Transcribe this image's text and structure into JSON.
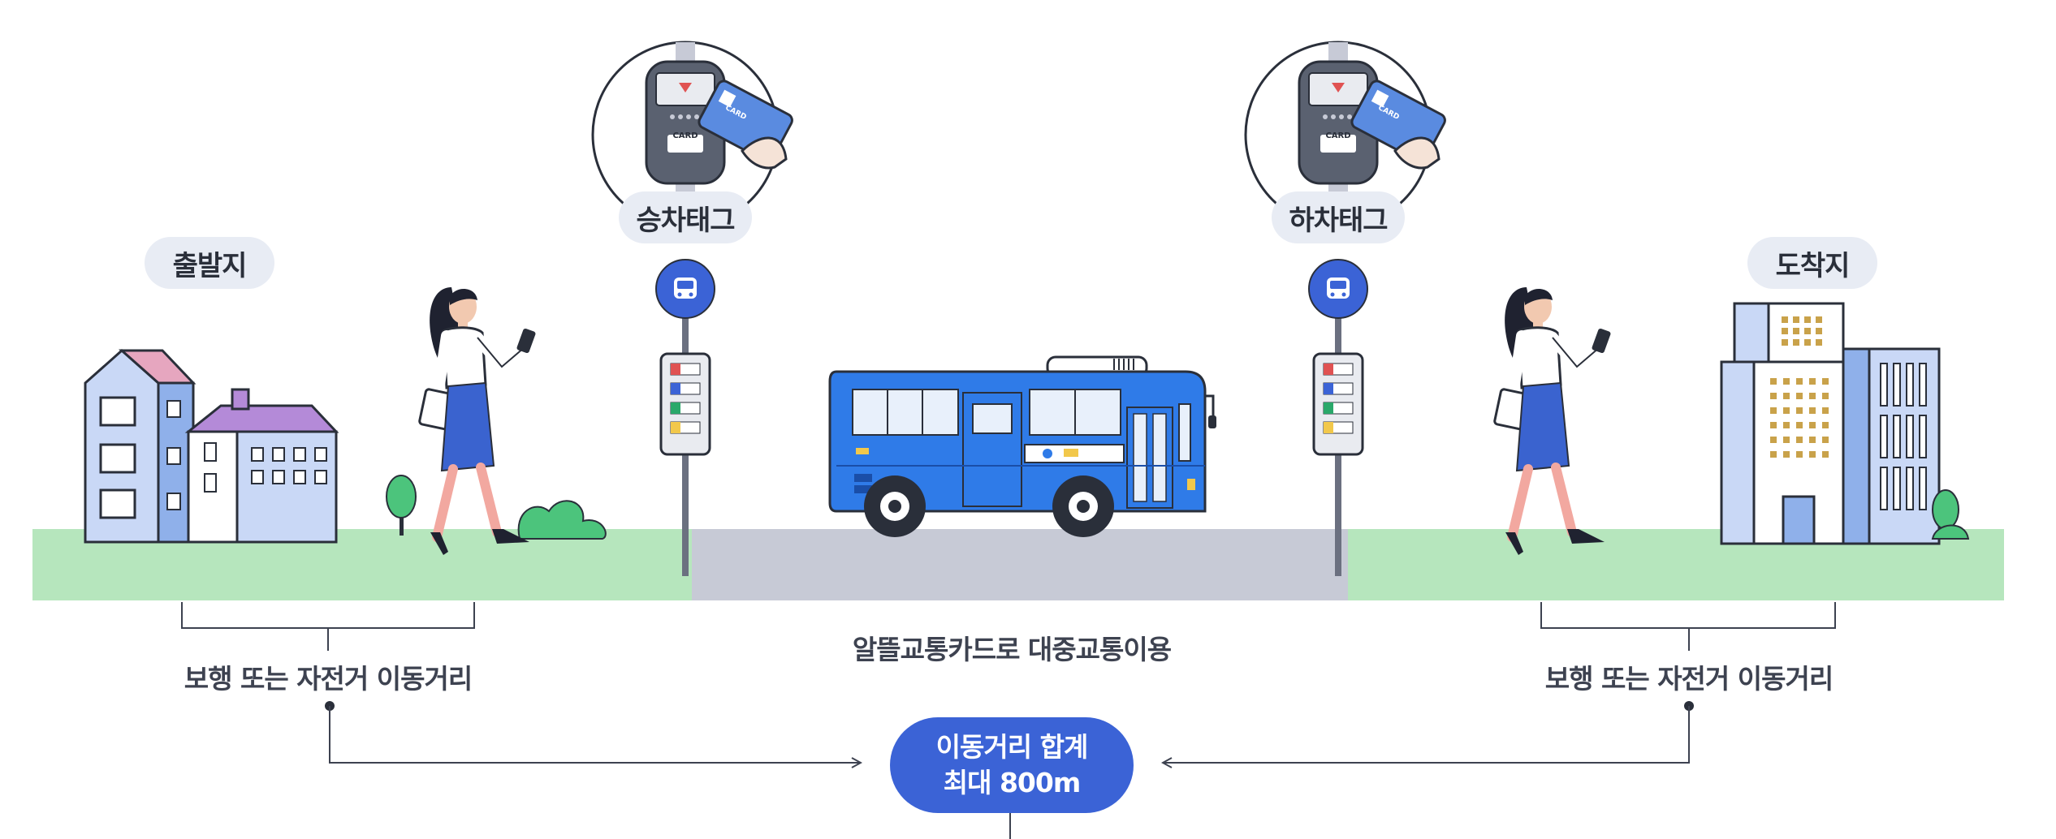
{
  "labels": {
    "origin": "출발지",
    "destination": "도착지",
    "boarding_tag": "승차태그",
    "alighting_tag": "하차태그"
  },
  "card_reader": {
    "screen_text": "CARD",
    "card_text": "CARD"
  },
  "captions": {
    "walk_left": "보행 또는 자전거 이동거리",
    "transit": "알뜰교통카드로 대중교통이용",
    "walk_right": "보행 또는 자전거 이동거리"
  },
  "total": {
    "line1": "이동거리 합계",
    "line2": "최대 800m"
  },
  "colors": {
    "grass": "#b6e6bd",
    "road": "#c7cad6",
    "bus": "#2f7be8",
    "accent": "#3b63d6",
    "pill_bg": "#e8ecf4"
  }
}
